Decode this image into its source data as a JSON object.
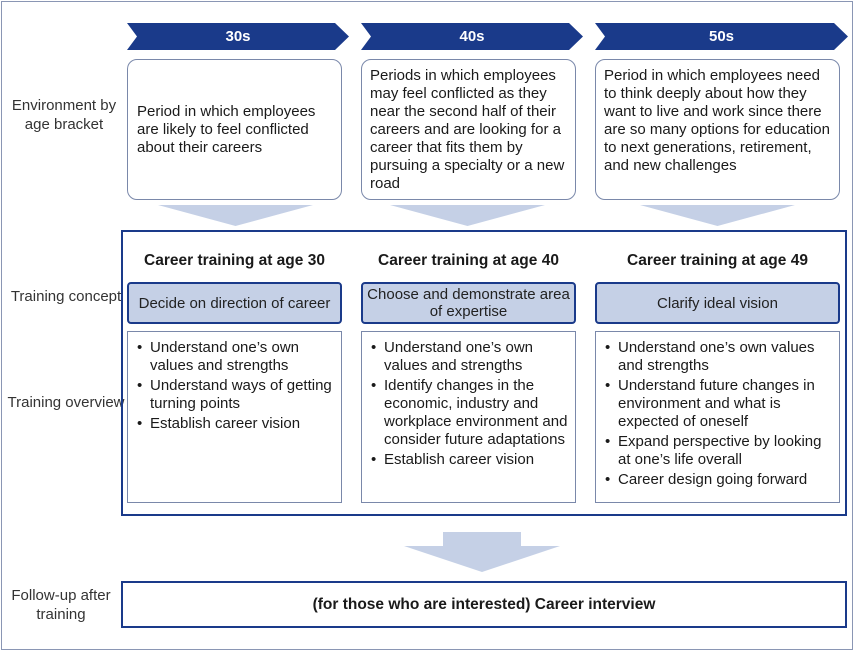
{
  "row_labels": {
    "environment": "Environment by age bracket",
    "concept": "Training concept",
    "overview": "Training overview",
    "followup": "Follow-up after training"
  },
  "columns": [
    {
      "age": "30s",
      "environment": "Period in which employees are likely to feel conflicted about their careers",
      "training_title": "Career training at age 30",
      "concept": "Decide on direction of career",
      "overview": [
        "Understand one’s own values and strengths",
        "Understand ways of getting turning points",
        "Establish career vision"
      ]
    },
    {
      "age": "40s",
      "environment": "Periods in which employees may feel conflicted as they near the second half of their careers and are looking for a career that fits them by pursuing a specialty or a new road",
      "training_title": "Career training at age 40",
      "concept": "Choose and demonstrate area of expertise",
      "overview": [
        "Understand one’s own values and strengths",
        "Identify changes in the economic, industry and workplace environment and consider future adaptations",
        "Establish career vision"
      ]
    },
    {
      "age": "50s",
      "environment": "Period in which employees need to think deeply about how they want to live and work since there are so many options for education to next generations, retirement, and new challenges",
      "training_title": "Career training at age 49",
      "concept": "Clarify ideal vision",
      "overview": [
        "Understand one’s own values and strengths",
        "Understand future changes in environment and what is expected of oneself",
        "Expand perspective by looking at one’s life overall",
        "Career design going forward"
      ]
    }
  ],
  "followup": "(for those who are interested) Career interview",
  "bullet": "•",
  "colors": {
    "navy": "#1a3a8a",
    "light_blue": "#c5d0e6",
    "box_border": "#7a88aa"
  }
}
